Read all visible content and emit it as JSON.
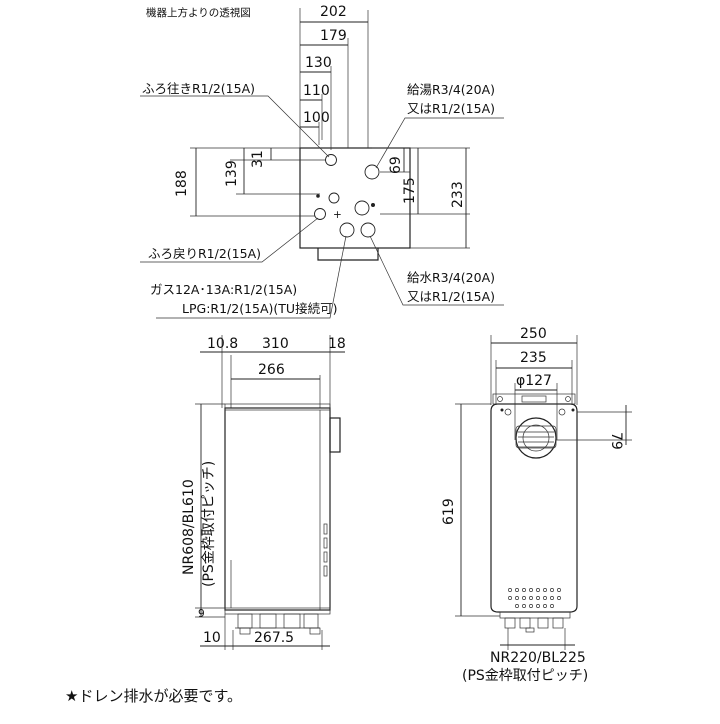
{
  "top_view": {
    "caption": "機器上方よりの透視図",
    "dims": {
      "w202": "202",
      "w179": "179",
      "w130": "130",
      "w110": "110",
      "w100": "100",
      "v31": "31",
      "v139": "139",
      "v188": "188",
      "v69": "69",
      "v175": "175",
      "v233": "233"
    },
    "labels": {
      "furo_iki": "ふろ往きR1/2(15A)",
      "kyuto_1": "給湯R3/4(20A)",
      "kyuto_2": "又はR1/2(15A)",
      "furo_modori": "ふろ戻りR1/2(15A)",
      "gas_1": "ガス12A･13A:R1/2(15A)",
      "gas_2": "LPG:R1/2(15A)(TU接続可)",
      "kyusui_1": "給水R3/4(20A)",
      "kyusui_2": "又はR1/2(15A)"
    }
  },
  "side_view": {
    "dims": {
      "w10_8": "10.8",
      "w310": "310",
      "w18": "18",
      "w266": "266",
      "v9": "9",
      "w10": "10",
      "w267_5": "267.5"
    },
    "vertical_label": "NR608/BL610",
    "vertical_sublabel": "(PS金枠取付ピッチ)"
  },
  "front_view": {
    "dims": {
      "w250": "250",
      "w235": "235",
      "phi127": "φ127",
      "v79": "79",
      "v619": "619"
    },
    "bottom_label": "NR220/BL225",
    "bottom_sublabel": "(PS金枠取付ピッチ)"
  },
  "note": "★ドレン排水が必要です。"
}
